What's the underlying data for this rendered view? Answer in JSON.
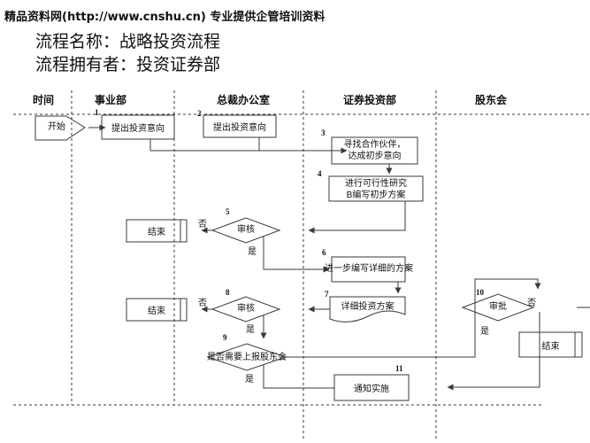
{
  "page": {
    "site_line": "精品资料网(http://www.cnshu.cn)  专业提供企管培训资料",
    "process_name": "流程名称：战略投资流程",
    "process_owner": "流程拥有者：投资证券部"
  },
  "lanes": {
    "time": "时间",
    "business_division": "事业部",
    "president_office": "总裁办公室",
    "securities_dept": "证券投资部",
    "shareholders_meeting": "股东会"
  },
  "nodes": {
    "start": {
      "label": "开始"
    },
    "n1": {
      "num": "1",
      "label": "提出投资意向"
    },
    "n2": {
      "num": "2",
      "label": "提出投资意向"
    },
    "n3": {
      "num": "3",
      "line1": "寻找合作伙伴，",
      "line2": "达成初步意向"
    },
    "n4": {
      "num": "4",
      "line1": "进行可行性研究",
      "line2": "B编写初步方案"
    },
    "d5": {
      "num": "5",
      "label": "审核"
    },
    "n6": {
      "num": "6",
      "label": "进一步编写详细的方案"
    },
    "doc7": {
      "num": "7",
      "label": "详细投资方案"
    },
    "d8": {
      "num": "8",
      "label": "审核"
    },
    "d9": {
      "num": "9",
      "label": "是否需要上报股东会"
    },
    "d10": {
      "num": "10",
      "label": "审批"
    },
    "n11": {
      "num": "11",
      "label": "通知实施"
    },
    "end_a": {
      "label": "结束"
    },
    "end_b": {
      "label": "结束"
    },
    "end_c": {
      "label": "结束"
    }
  },
  "edge_labels": {
    "d5_no": "否",
    "d5_yes": "是",
    "d8_no": "否",
    "d8_yes": "是",
    "d9_yes": "是",
    "d10_no": "否",
    "d10_yes": "是"
  },
  "colors": {
    "line": "#3a3a3a",
    "text": "#111111",
    "background": "#ffffff"
  }
}
